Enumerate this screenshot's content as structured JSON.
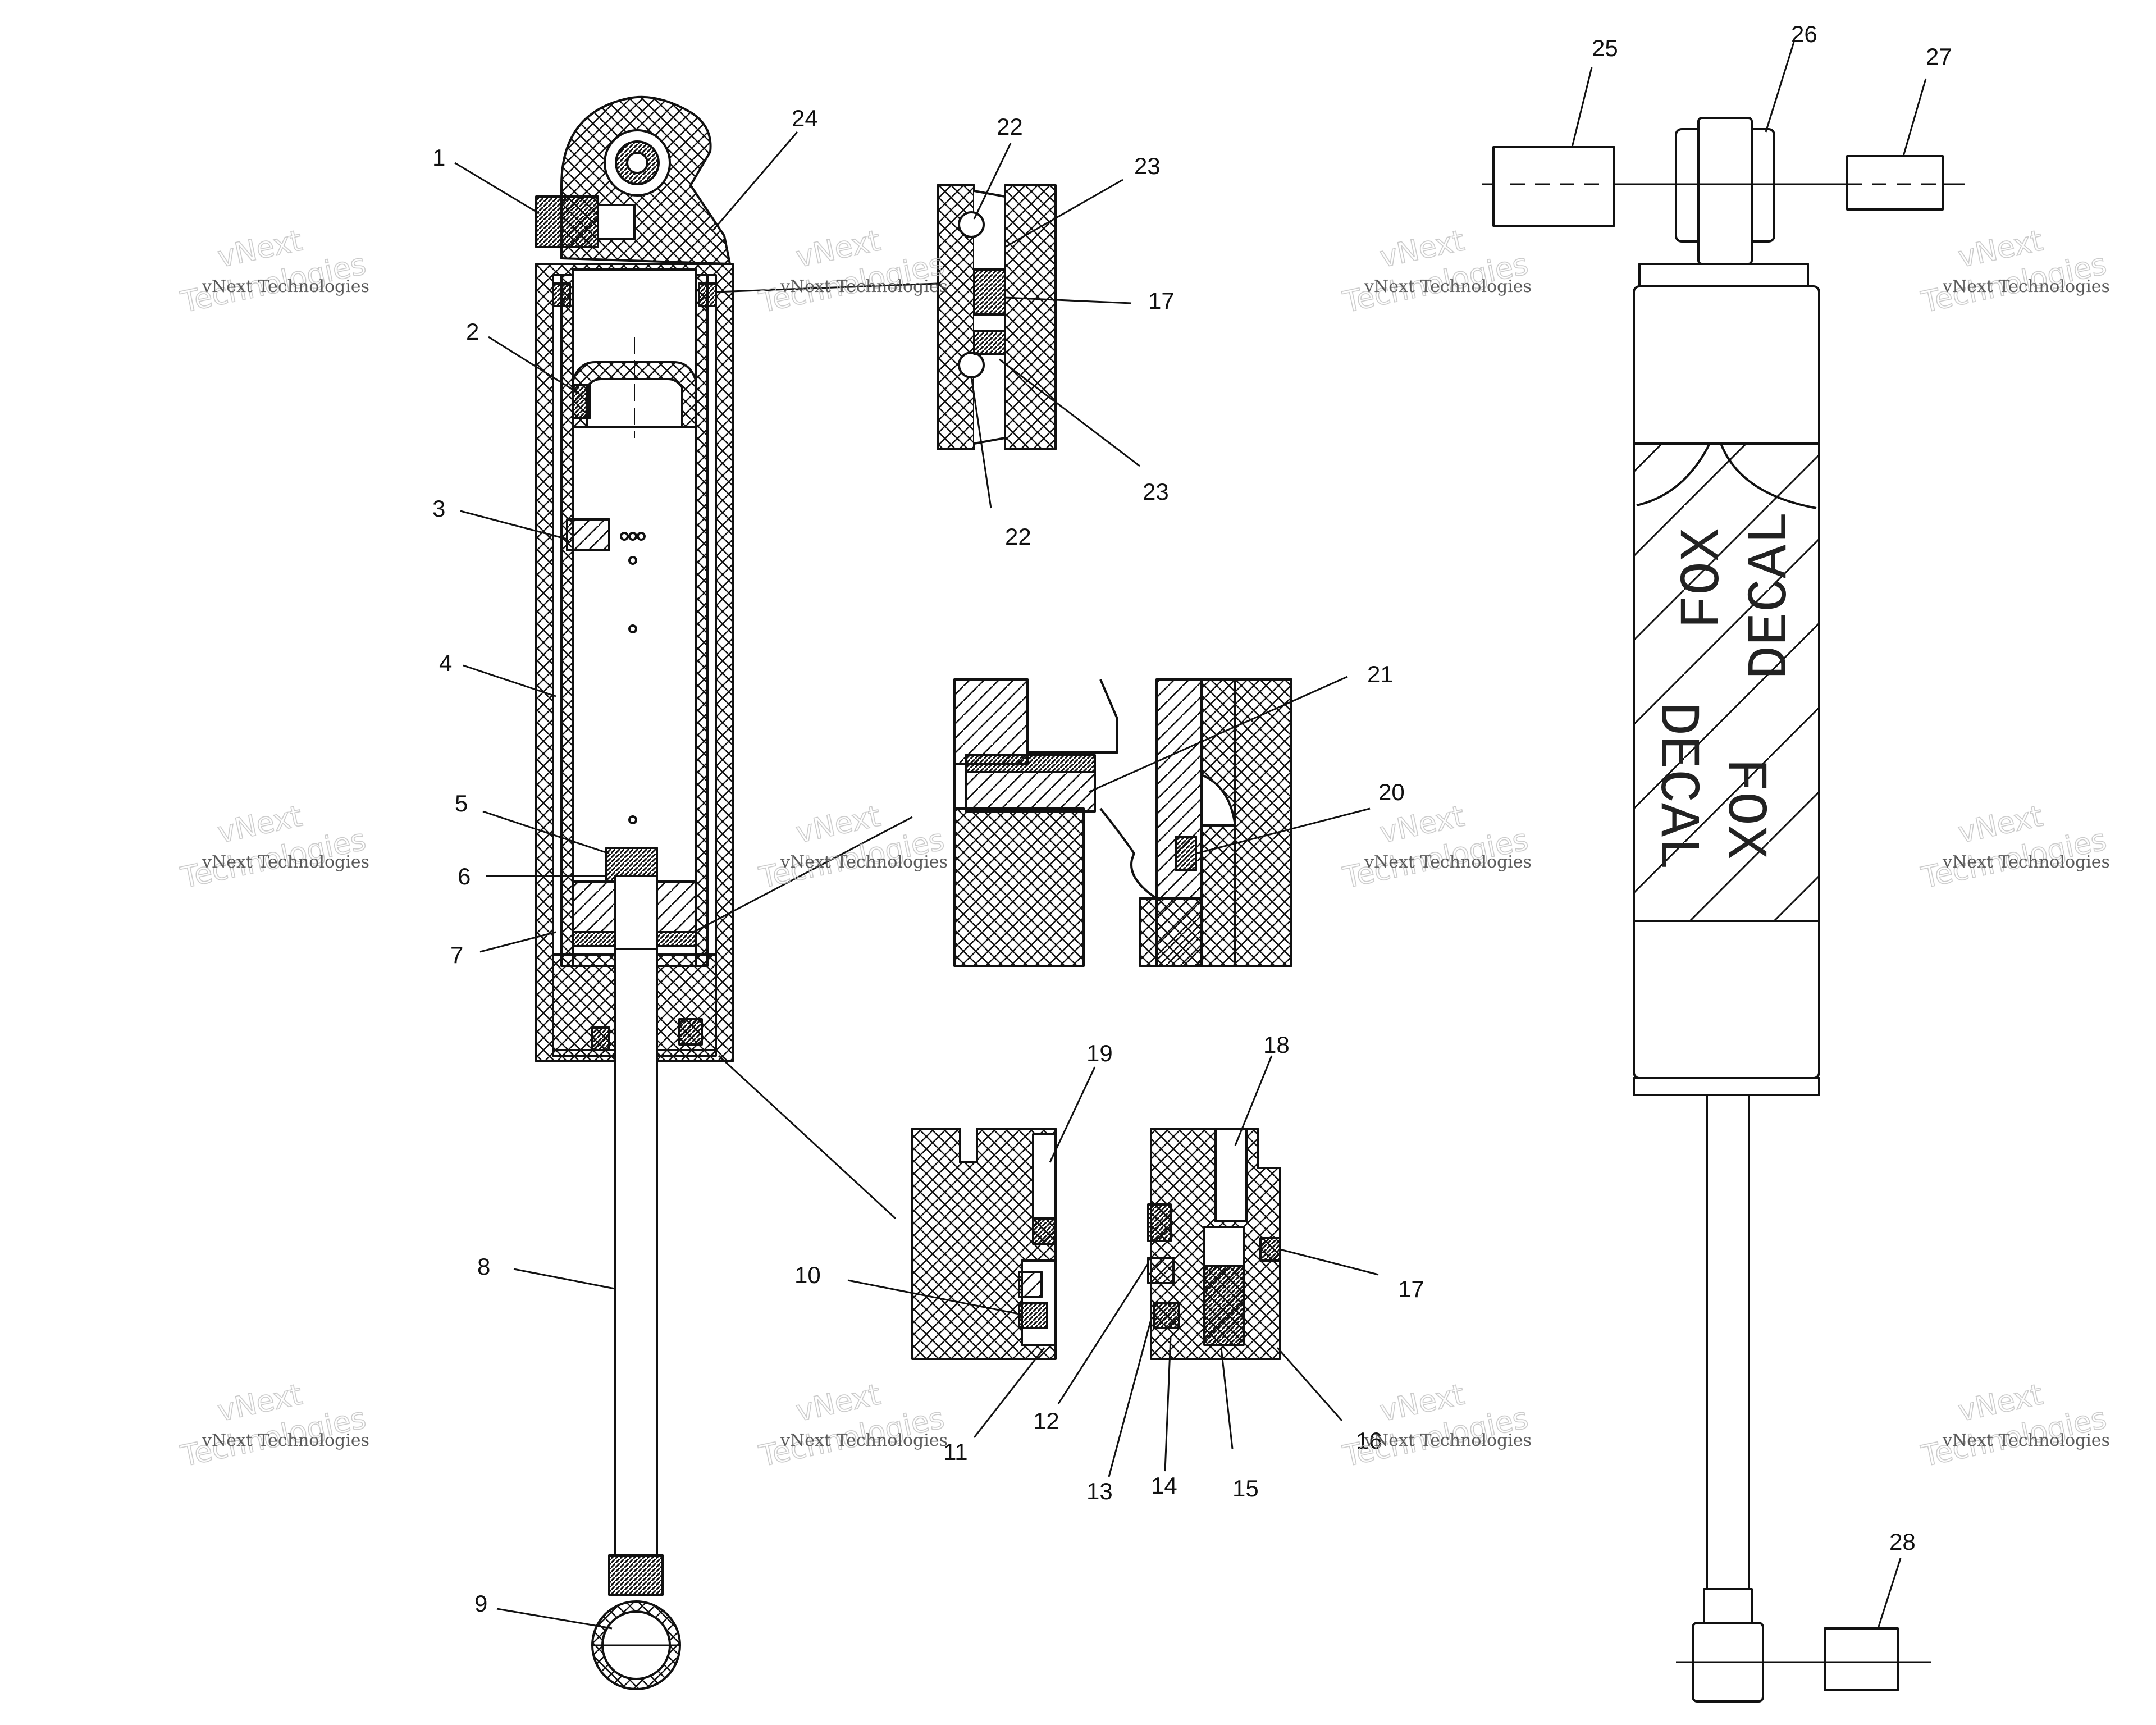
{
  "diagram": {
    "title": "",
    "decal_text": [
      "FOX",
      "DECAL"
    ],
    "watermark_lines": [
      "vNext Technologies",
      "vNext",
      "Technologies"
    ],
    "callouts": [
      {
        "id": "c1",
        "label": "1"
      },
      {
        "id": "c2",
        "label": "2"
      },
      {
        "id": "c3",
        "label": "3"
      },
      {
        "id": "c4",
        "label": "4"
      },
      {
        "id": "c5",
        "label": "5"
      },
      {
        "id": "c6",
        "label": "6"
      },
      {
        "id": "c7",
        "label": "7"
      },
      {
        "id": "c8",
        "label": "8"
      },
      {
        "id": "c9",
        "label": "9"
      },
      {
        "id": "c10",
        "label": "10"
      },
      {
        "id": "c11",
        "label": "11"
      },
      {
        "id": "c12",
        "label": "12"
      },
      {
        "id": "c13",
        "label": "13"
      },
      {
        "id": "c14",
        "label": "14"
      },
      {
        "id": "c15",
        "label": "15"
      },
      {
        "id": "c16",
        "label": "16"
      },
      {
        "id": "c17a",
        "label": "17"
      },
      {
        "id": "c17b",
        "label": "17"
      },
      {
        "id": "c18",
        "label": "18"
      },
      {
        "id": "c19",
        "label": "19"
      },
      {
        "id": "c20",
        "label": "20"
      },
      {
        "id": "c21",
        "label": "21"
      },
      {
        "id": "c22a",
        "label": "22"
      },
      {
        "id": "c22b",
        "label": "22"
      },
      {
        "id": "c23a",
        "label": "23"
      },
      {
        "id": "c23b",
        "label": "23"
      },
      {
        "id": "c24",
        "label": "24"
      },
      {
        "id": "c25",
        "label": "25"
      },
      {
        "id": "c26",
        "label": "26"
      },
      {
        "id": "c27",
        "label": "27"
      },
      {
        "id": "c28",
        "label": "28"
      }
    ],
    "colors": {
      "line": "#111111",
      "background": "#ffffff",
      "watermark": "#c4c4c4"
    }
  }
}
